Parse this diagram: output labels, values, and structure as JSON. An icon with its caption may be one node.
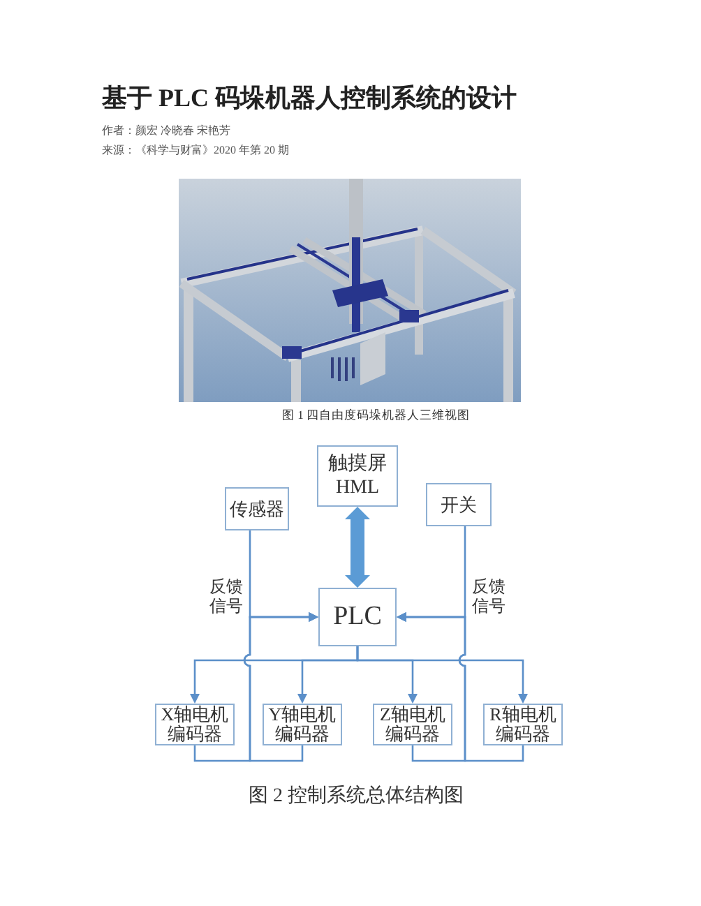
{
  "diagram": {
    "title": "基于 PLC 码垛机器人控制系统的设计",
    "caption": "图 2 控制系统总体结构图",
    "nodes": [
      {
        "text": [
          "触摸屏 HML"
        ]
      },
      {
        "text": [
          "传感器"
        ]
      },
      {
        "text": [
          "开关"
        ]
      },
      {
        "text": [
          "PLC"
        ]
      },
      {
        "text": [
          "X轴电机编码器"
        ]
      },
      {
        "text": [
          "Y轴电机编码器"
        ]
      },
      {
        "text": [
          "Z轴电机编码器"
        ]
      },
      {
        "text": [
          "R轴电机编码器"
        ]
      }
    ],
    "edges": [
      {
        "from": 0,
        "to": 3,
        "arrow": "both",
        "style": "thick"
      },
      {
        "from": 1,
        "to": 3,
        "arrow": "to"
      },
      {
        "from": 2,
        "to": 3,
        "arrow": "to"
      },
      {
        "from": 3,
        "to": 4,
        "arrow": "to"
      },
      {
        "from": 3,
        "to": 5,
        "arrow": "to"
      },
      {
        "from": 3,
        "to": 6,
        "arrow": "to"
      },
      {
        "from": 3,
        "to": 7,
        "arrow": "to"
      },
      {
        "from": 4,
        "to": 3,
        "arrow": "to"
      },
      {
        "from": 5,
        "to": 3,
        "arrow": "to"
      },
      {
        "from": 6,
        "to": 3,
        "arrow": "to"
      },
      {
        "from": 7,
        "to": 3,
        "arrow": "to"
      }
    ],
    "labels": [
      "作者：颜宏 冷晓春 宋艳芳",
      "来源：《科学与财富》2020 年第 20 期",
      "图 1 四自由度码垛机器人三维视图",
      "反馈信号",
      "反馈信号"
    ]
  }
}
